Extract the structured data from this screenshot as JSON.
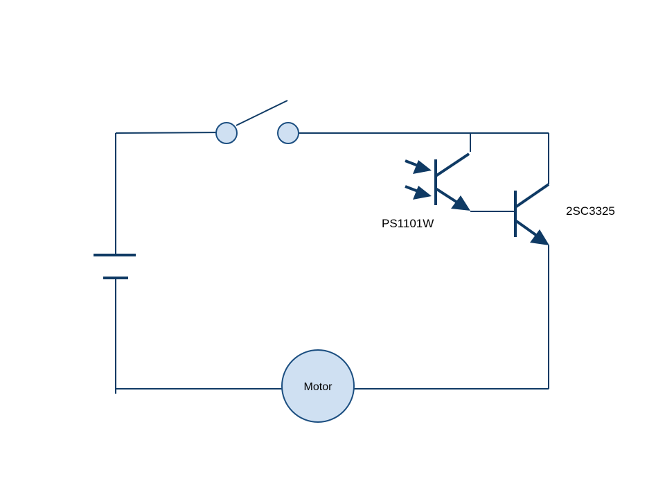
{
  "components": {
    "phototransistor_label": "PS1101W",
    "transistor_label": "2SC3325",
    "motor_label": "Motor"
  },
  "colors": {
    "wire": "#0f3a64",
    "node_fill": "#cfe0f2",
    "node_stroke": "#1b4e80"
  }
}
